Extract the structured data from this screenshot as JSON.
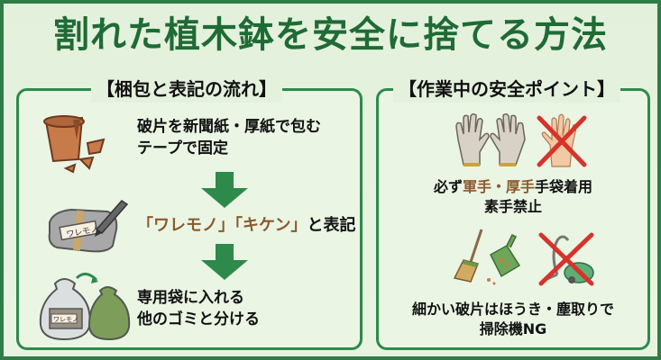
{
  "title": "割れた植木鉢を安全に捨てる方法",
  "colors": {
    "frame_green": "#2e7d46",
    "title_green": "#1f6b35",
    "arrow_green": "#2e8a4b",
    "background": "#e4f1dd",
    "highlight_brown": "#8a5a2b",
    "highlight_red": "#d03a30"
  },
  "left_panel": {
    "heading": "【梱包と表記の流れ】",
    "steps": [
      {
        "icon": "broken-pot-icon",
        "line1": "破片を新聞紙・厚紙で包む",
        "line2": "テープで固定"
      },
      {
        "icon": "wrapped-package-pen-icon",
        "label_tag": "ワレモノ",
        "part1": "「ワレモノ」",
        "part2": "「キケン」",
        "part3": "と表記"
      },
      {
        "icon": "garbage-bags-icon",
        "label_tag": "ワレモノ",
        "line1": "専用袋に入れる",
        "line2": "他のゴミと分ける"
      }
    ],
    "arrows": [
      "arrow-down",
      "arrow-down"
    ]
  },
  "right_panel": {
    "heading": "【作業中の安全ポイント】",
    "points": [
      {
        "icons": [
          "work-gloves-icon",
          "bare-hand-crossed-icon"
        ],
        "prefix": "必ず",
        "hl1": "軍手",
        "sep": "・",
        "hl2": "厚手",
        "suffix": "手袋着用",
        "warning": "素手禁止"
      },
      {
        "icons": [
          "broom-dustpan-icon",
          "vacuum-crossed-icon"
        ],
        "line1": "細かい破片はほうき・塵取りで",
        "warning": "掃除機NG"
      }
    ]
  }
}
